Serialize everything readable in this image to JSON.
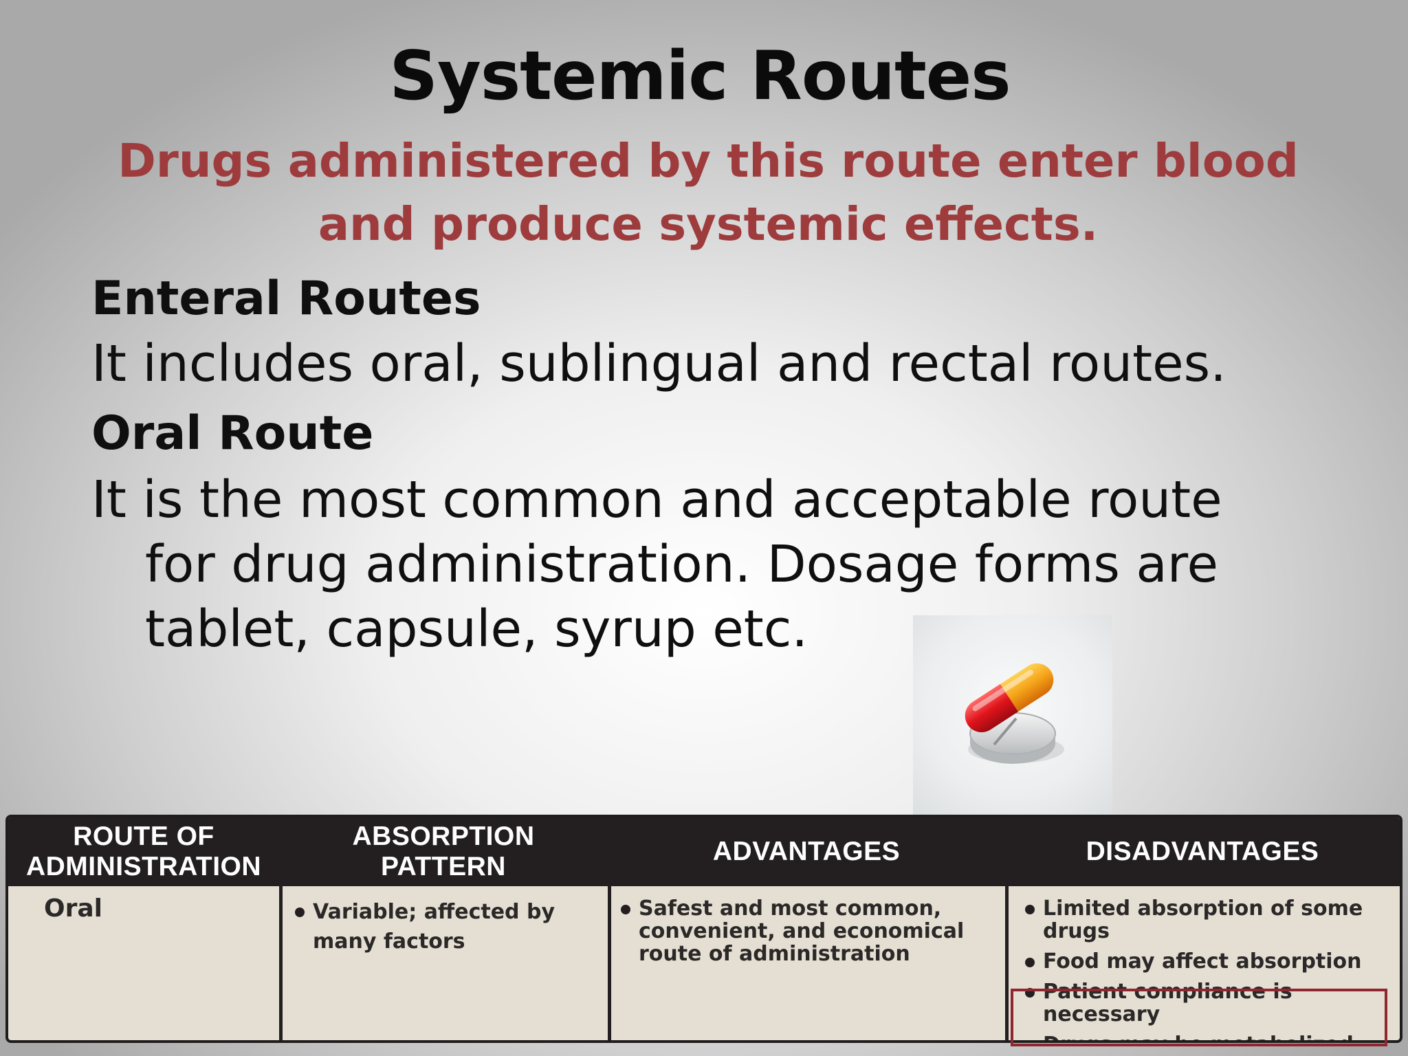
{
  "slide": {
    "title": "Systemic Routes",
    "subtitle": "Drugs administered by this route enter blood and produce systemic effects.",
    "enteral_heading": "Enteral Routes",
    "enteral_text": "It includes oral, sublingual and rectal routes.",
    "oral_heading": "Oral Route",
    "oral_text": "It is the most common and acceptable route for drug administration. Dosage forms are tablet, capsule, syrup etc."
  },
  "table": {
    "headers": [
      "ROUTE OF\nADMINISTRATION",
      "ABSORPTION\nPATTERN",
      "ADVANTAGES",
      "DISADVANTAGES"
    ],
    "row": {
      "route": "Oral",
      "absorption": [
        "Variable; affected by many factors"
      ],
      "advantages": [
        "Safest and most common, convenient, and economical route of administration"
      ],
      "disadvantages": [
        "Limited absorption of some drugs",
        "Food may affect absorption",
        "Patient compliance is necessary",
        "Drugs may be metabolized before systemic absorption"
      ]
    }
  },
  "colors": {
    "subtitle": "#9e3b3d",
    "table_header_bg": "#231f20",
    "table_body_bg": "#e5dfd3",
    "highlight_border": "#8f2630"
  },
  "image": {
    "icon": "pill-capsule-tablet-icon"
  }
}
